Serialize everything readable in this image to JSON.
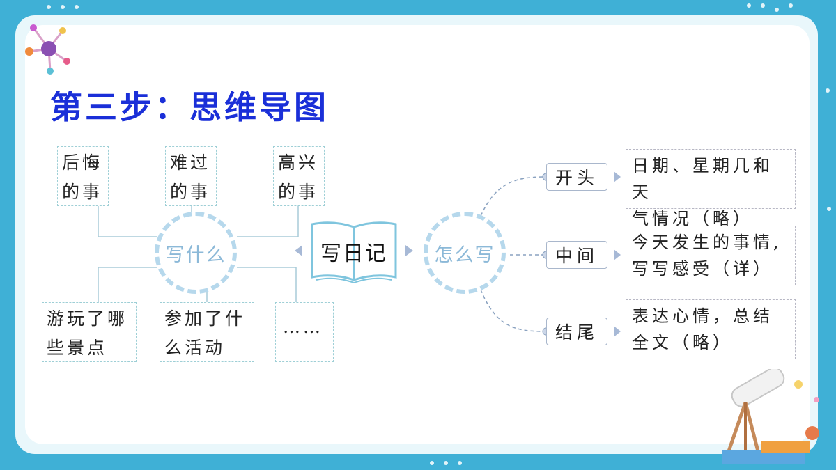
{
  "title": "第三步：思维导图",
  "center": {
    "label": "写日记"
  },
  "left_hub": {
    "label": "写什么"
  },
  "right_hub": {
    "label": "怎么写"
  },
  "what_top": [
    {
      "line1": "后悔",
      "line2": "的事"
    },
    {
      "line1": "难过",
      "line2": "的事"
    },
    {
      "line1": "高兴",
      "line2": "的事"
    }
  ],
  "what_bottom": [
    {
      "line1": "游玩了哪",
      "line2": "些景点"
    },
    {
      "line1": "参加了什",
      "line2": "么活动"
    },
    {
      "line1": "……",
      "line2": ""
    }
  ],
  "how": [
    {
      "label": "开头",
      "line1": "日期、星期几和天",
      "line2": "气情况（略）"
    },
    {
      "label": "中间",
      "line1": "今天发生的事情,",
      "line2": "写写感受（详）"
    },
    {
      "label": "结尾",
      "line1": "表达心情，总结",
      "line2": "全文（略）"
    }
  ],
  "colors": {
    "title": "#1a2fd8",
    "frame": "#3fb0d6",
    "hub_ring": "#b6d8ec",
    "hub_text": "#8cb9d8"
  },
  "icons": [
    "molecule-icon",
    "book-icon",
    "telescope-icon"
  ]
}
